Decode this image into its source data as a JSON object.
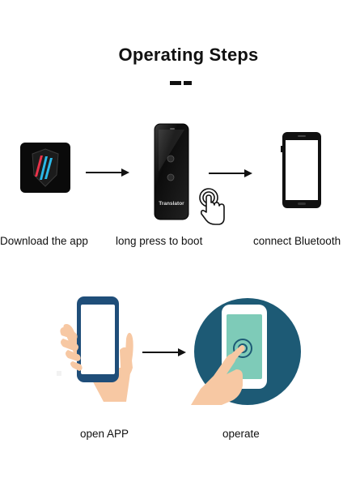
{
  "title": "Operating Steps",
  "device_label": "Translator",
  "steps": [
    {
      "label": "Download the app"
    },
    {
      "label": "long press to boot"
    },
    {
      "label": "connect Bluetooth"
    },
    {
      "label": "open APP"
    },
    {
      "label": "operate"
    }
  ],
  "colors": {
    "phone_navy": "#1f4e79",
    "circle_teal": "#1d5a75",
    "screen_teal": "#7ecbb8",
    "hand_skin": "#f7c8a3",
    "device_black": "#111111"
  }
}
